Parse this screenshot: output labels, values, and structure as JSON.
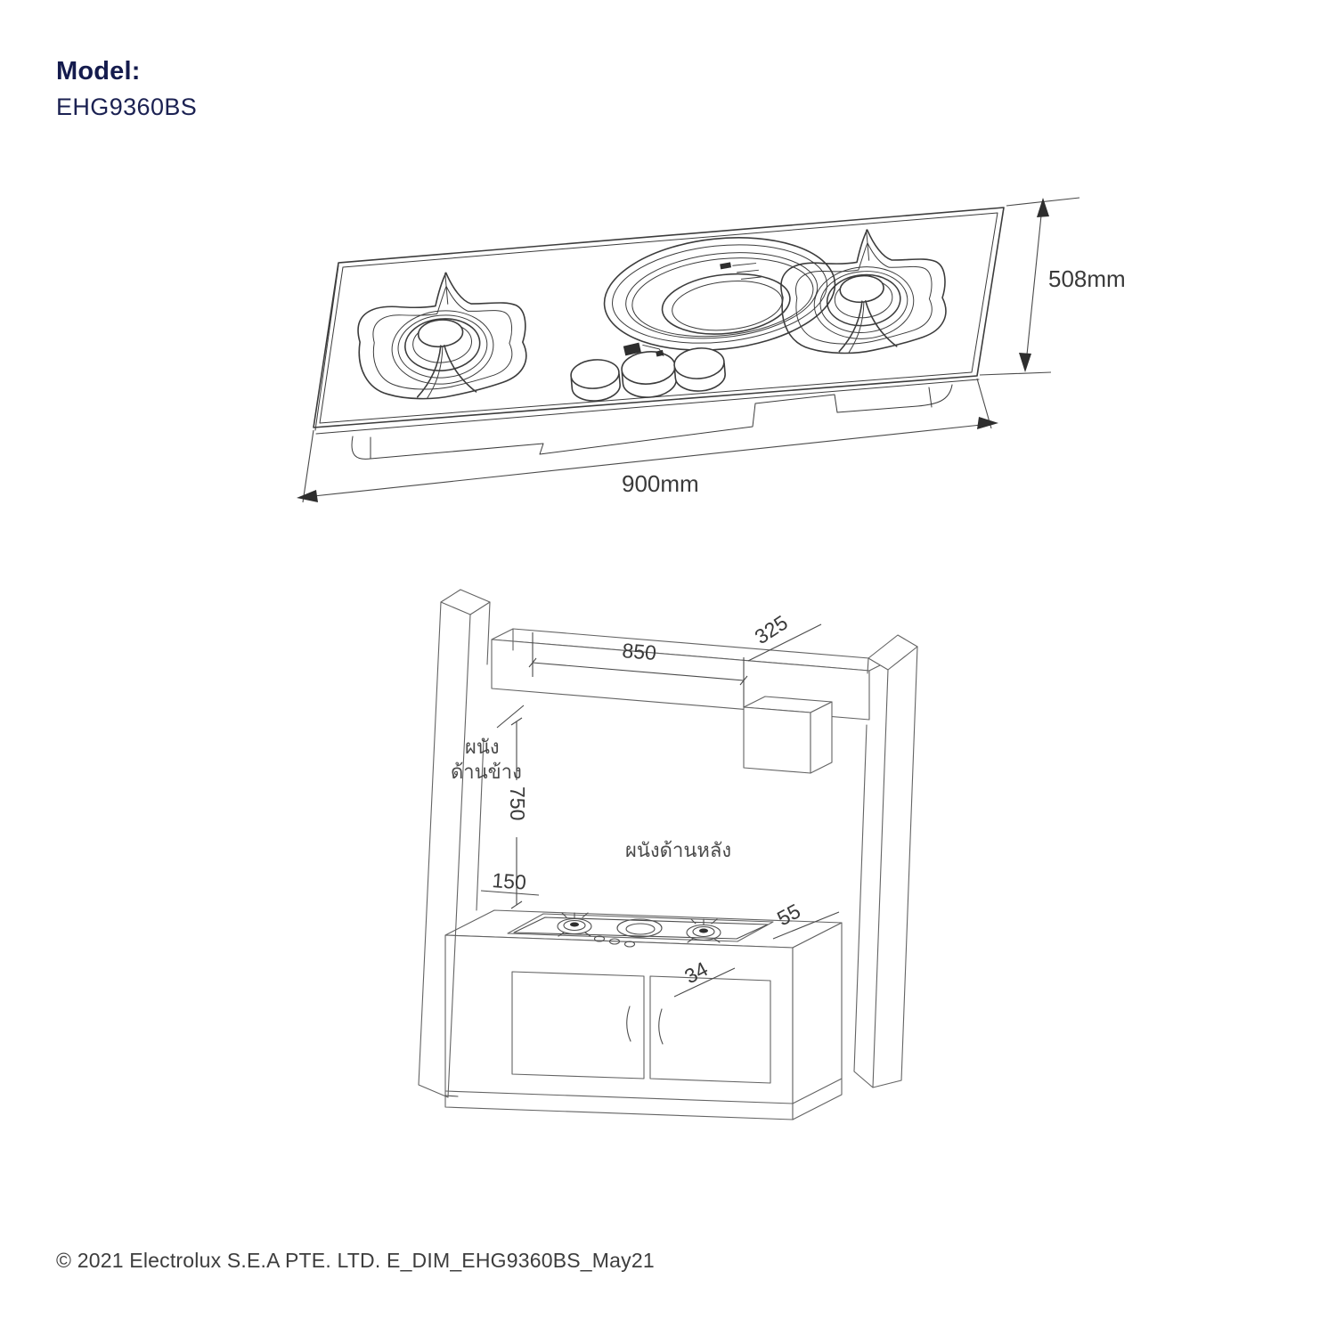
{
  "header": {
    "model_label": "Model:",
    "model_number": "EHG9360BS"
  },
  "hob_diagram": {
    "width_dim": "900mm",
    "depth_dim": "508mm"
  },
  "installation_diagram": {
    "hood_width_dim": "850",
    "hood_depth_dim": "325",
    "hood_height_dim": "750",
    "side_clearance_dim": "150",
    "back_clearance_dim": "55",
    "front_clearance_dim": "34",
    "side_wall_label_line1": "ผนัง",
    "side_wall_label_line2": "ด้านข้าง",
    "back_wall_label": "ผนังด้านหลัง"
  },
  "footer": {
    "copyright": "© 2021 Electrolux S.E.A PTE. LTD.  E_DIM_EHG9360BS_May21"
  },
  "colors": {
    "brand_navy": "#141b4d",
    "line_dark": "#3c3c3c",
    "line_soft": "#636363",
    "text_gray": "#3d3d3d"
  }
}
